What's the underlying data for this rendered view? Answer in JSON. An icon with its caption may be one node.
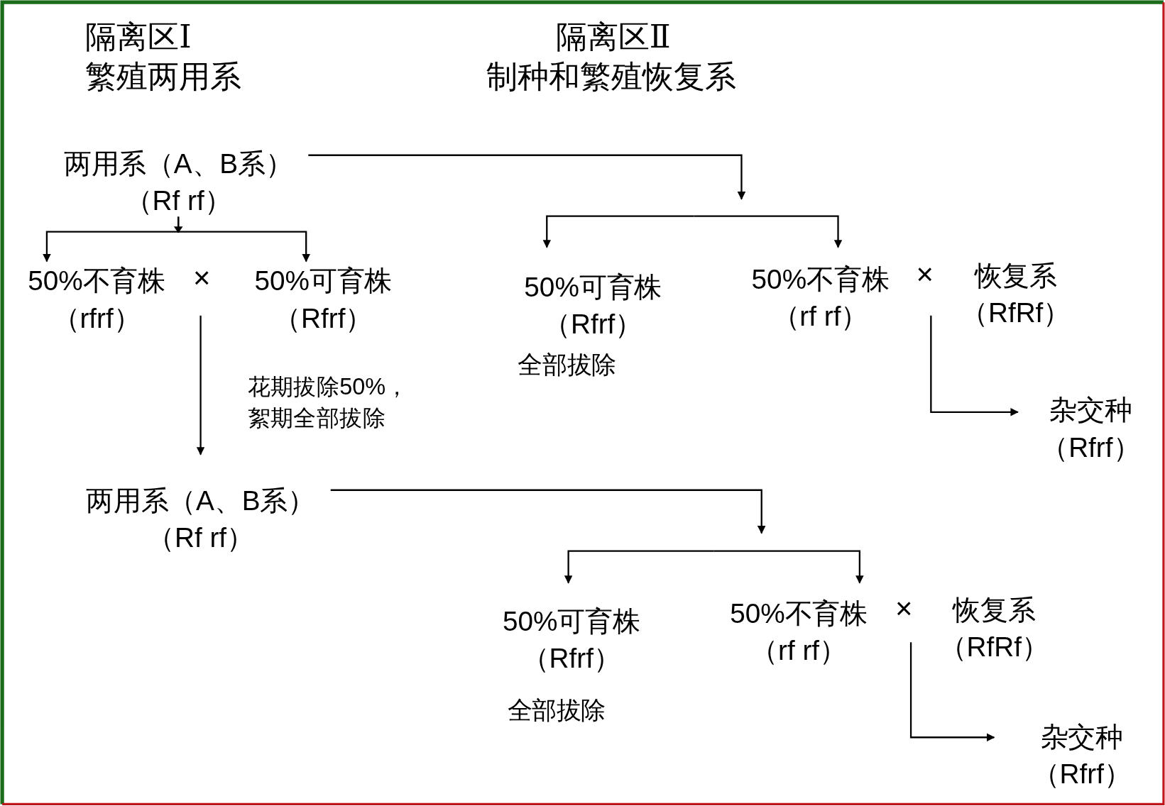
{
  "diagram": {
    "nodes": [
      {
        "text": [
          "两用系（A、B系）",
          "（Rf rf）"
        ]
      },
      {
        "text": [
          "50%不育株",
          "（rfrf）"
        ]
      },
      {
        "text": [
          "50%可育株",
          "（Rfrf）"
        ]
      },
      {
        "text": [
          "两用系（A、B系）",
          "（Rf rf）"
        ]
      },
      {
        "text": [
          "50%可育株",
          "（Rfrf）"
        ],
        "beside": [
          "全部拔除"
        ]
      },
      {
        "text": [
          "50%不育株",
          "（rf rf）"
        ]
      },
      {
        "text": [
          "恢复系",
          "（RfRf）"
        ]
      },
      {
        "text": [
          "杂交种",
          "（Rfrf）"
        ]
      },
      {
        "text": [
          "50%可育株",
          "（Rfrf）"
        ],
        "beside": [
          "全部拔除"
        ]
      },
      {
        "text": [
          "50%不育株",
          "（rf rf）"
        ]
      },
      {
        "text": [
          "恢复系",
          "（RfRf）"
        ]
      },
      {
        "text": [
          "杂交种",
          "（Rfrf）"
        ]
      }
    ],
    "edges": [
      {
        "from": 0,
        "to": 1,
        "arrow": "to"
      },
      {
        "from": 0,
        "to": 2,
        "arrow": "to"
      },
      {
        "from": 0,
        "to": null,
        "arrow": "to"
      },
      {
        "from": null,
        "to": 4,
        "arrow": "to"
      },
      {
        "from": null,
        "to": 5,
        "arrow": "to"
      },
      {
        "from": null,
        "to": 3,
        "arrow": "to",
        "label": "花期拔除50%，絮期全部拔除"
      },
      {
        "from": null,
        "to": 7,
        "arrow": "to"
      },
      {
        "from": 3,
        "to": null,
        "arrow": "to"
      },
      {
        "from": null,
        "to": 8,
        "arrow": "to"
      },
      {
        "from": null,
        "to": 9,
        "arrow": "to"
      },
      {
        "from": null,
        "to": 11,
        "arrow": "to"
      }
    ],
    "labels": [
      "隔离区Ⅰ",
      "隔离区Ⅱ",
      "繁殖两用系",
      "制种和繁殖恢复系",
      "×",
      "×",
      "×"
    ]
  }
}
